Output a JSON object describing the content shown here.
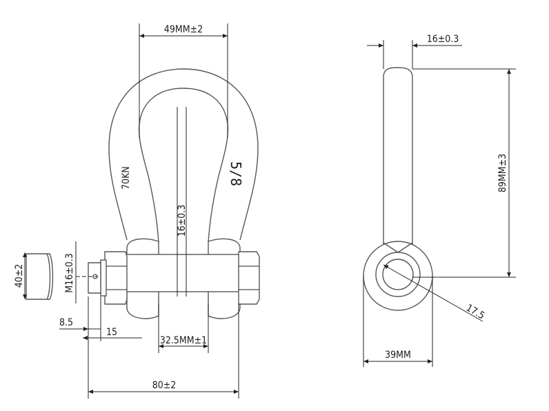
{
  "labels": {
    "width_49": "49MM±2",
    "pin_thread": "M16±0.3",
    "body_dia": "16±0.3",
    "wll": "70KN",
    "size": "5/8",
    "pin_len_dim": "40±2",
    "dim_8_5": "8.5",
    "dim_15": "15",
    "inner_width": "32.5MM±1",
    "overall_80": "80±2",
    "side_thickness": "16±0.3",
    "inside_length": "89MM±3",
    "eye_radius": "17.5",
    "eye_width": "39MM"
  }
}
